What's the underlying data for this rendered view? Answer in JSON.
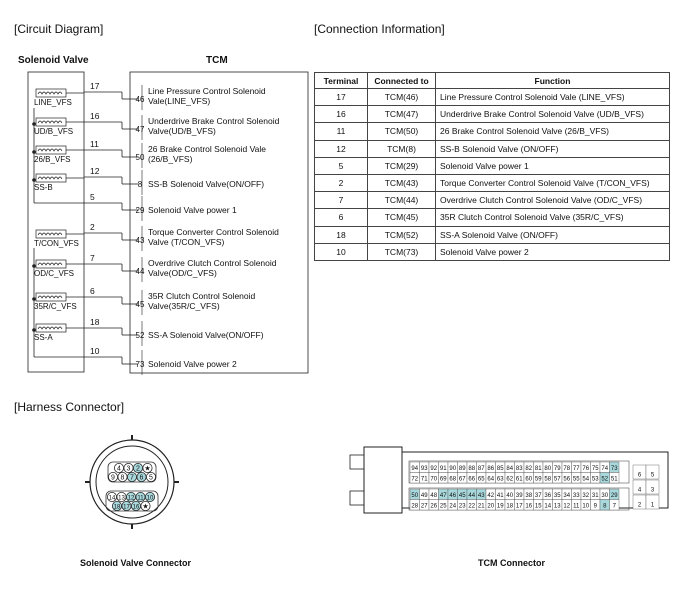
{
  "headings": {
    "circuit": "[Circuit Diagram]",
    "connection": "[Connection Information]",
    "harness": "[Harness Connector]"
  },
  "circuit": {
    "left_title": "Solenoid Valve",
    "right_title": "TCM",
    "solenoid_labels": [
      "LINE_VFS",
      "UD/B_VFS",
      "26/B_VFS",
      "SS-B",
      "T/CON_VFS",
      "OD/C_VFS",
      "35R/C_VFS",
      "SS-A"
    ],
    "rows": [
      {
        "wire": "17",
        "pin": "46",
        "func": [
          "Line Pressure Control Solenoid",
          "Vale(LINE_VFS)"
        ]
      },
      {
        "wire": "16",
        "pin": "47",
        "func": [
          "Underdrive Brake Control Solenoid",
          "Valve(UD/B_VFS)"
        ]
      },
      {
        "wire": "11",
        "pin": "50",
        "func": [
          "26 Brake Control Solenoid Vale",
          "(26/B_VFS)"
        ]
      },
      {
        "wire": "12",
        "pin": "8",
        "func": [
          "SS-B Solenoid Valve(ON/OFF)"
        ]
      },
      {
        "wire": "5",
        "pin": "29",
        "func": [
          "Solenoid Valve power 1"
        ]
      },
      {
        "wire": "2",
        "pin": "43",
        "func": [
          "Torque Converter Control Solenoid",
          "Valve (T/CON_VFS)"
        ]
      },
      {
        "wire": "7",
        "pin": "44",
        "func": [
          "Overdrive Clutch Control Solenoid",
          "Valve(OD/C_VFS)"
        ]
      },
      {
        "wire": "6",
        "pin": "45",
        "func": [
          "35R Clutch Control Solenoid",
          "Valve(35R/C_VFS)"
        ]
      },
      {
        "wire": "18",
        "pin": "52",
        "func": [
          "SS-A Solenoid Valve(ON/OFF)"
        ]
      },
      {
        "wire": "10",
        "pin": "73",
        "func": [
          "Solenoid Valve power 2"
        ]
      }
    ]
  },
  "connection_table": {
    "headers": [
      "Terminal",
      "Connected to",
      "Function"
    ],
    "rows": [
      [
        "17",
        "TCM(46)",
        "Line Pressure Control Solenoid Vale (LINE_VFS)"
      ],
      [
        "16",
        "TCM(47)",
        "Underdrive Brake Control Solenoid Valve (UD/B_VFS)"
      ],
      [
        "11",
        "TCM(50)",
        "26 Brake Control Solenoid Valve (26/B_VFS)"
      ],
      [
        "12",
        "TCM(8)",
        "SS-B Solenoid Valve (ON/OFF)"
      ],
      [
        "5",
        "TCM(29)",
        "Solenoid Valve power 1"
      ],
      [
        "2",
        "TCM(43)",
        "Torque Converter Control Solenoid Valve (T/CON_VFS)"
      ],
      [
        "7",
        "TCM(44)",
        "Overdrive Clutch Control Solenoid Valve (OD/C_VFS)"
      ],
      [
        "6",
        "TCM(45)",
        "35R Clutch Control Solenoid Valve (35R/C_VFS)"
      ],
      [
        "18",
        "TCM(52)",
        "SS-A Solenoid Valve (ON/OFF)"
      ],
      [
        "10",
        "TCM(73)",
        "Solenoid Valve power 2"
      ]
    ]
  },
  "harness": {
    "solenoid_connector": {
      "caption": "Solenoid Valve Connector",
      "top_row": [
        "4",
        "3",
        "2",
        "★"
      ],
      "mid_row": [
        "9",
        "8",
        "7",
        "6",
        "5"
      ],
      "lower_row": [
        "14",
        "13",
        "12",
        "11",
        "10"
      ],
      "bottom_row": [
        "18",
        "17",
        "16",
        "★"
      ],
      "highlighted": [
        "2",
        "7",
        "6",
        "12",
        "11",
        "10",
        "18",
        "17",
        "16"
      ]
    },
    "tcm_connector": {
      "caption": "TCM Connector",
      "row1": [
        "94",
        "93",
        "92",
        "91",
        "90",
        "89",
        "88",
        "87",
        "86",
        "85",
        "84",
        "83",
        "82",
        "81",
        "80",
        "79",
        "78",
        "77",
        "76",
        "75",
        "74",
        "73"
      ],
      "row2": [
        "72",
        "71",
        "70",
        "69",
        "68",
        "67",
        "66",
        "65",
        "64",
        "63",
        "62",
        "61",
        "60",
        "59",
        "58",
        "57",
        "56",
        "55",
        "54",
        "53",
        "52",
        "51"
      ],
      "row3": [
        "50",
        "49",
        "48",
        "47",
        "46",
        "45",
        "44",
        "43",
        "42",
        "41",
        "40",
        "39",
        "38",
        "37",
        "36",
        "35",
        "34",
        "33",
        "32",
        "31",
        "30",
        "29"
      ],
      "row4": [
        "28",
        "27",
        "26",
        "25",
        "24",
        "23",
        "22",
        "21",
        "20",
        "19",
        "18",
        "17",
        "16",
        "15",
        "14",
        "13",
        "12",
        "11",
        "10",
        "9",
        "8",
        "7"
      ],
      "side_pins": [
        [
          "6",
          "5"
        ],
        [
          "4",
          "3"
        ],
        [
          "2",
          "1"
        ]
      ],
      "highlighted": [
        "73",
        "52",
        "50",
        "47",
        "46",
        "45",
        "44",
        "43",
        "29",
        "8"
      ]
    }
  },
  "colors": {
    "highlight": "#a8d8dc",
    "line": "#222222"
  }
}
